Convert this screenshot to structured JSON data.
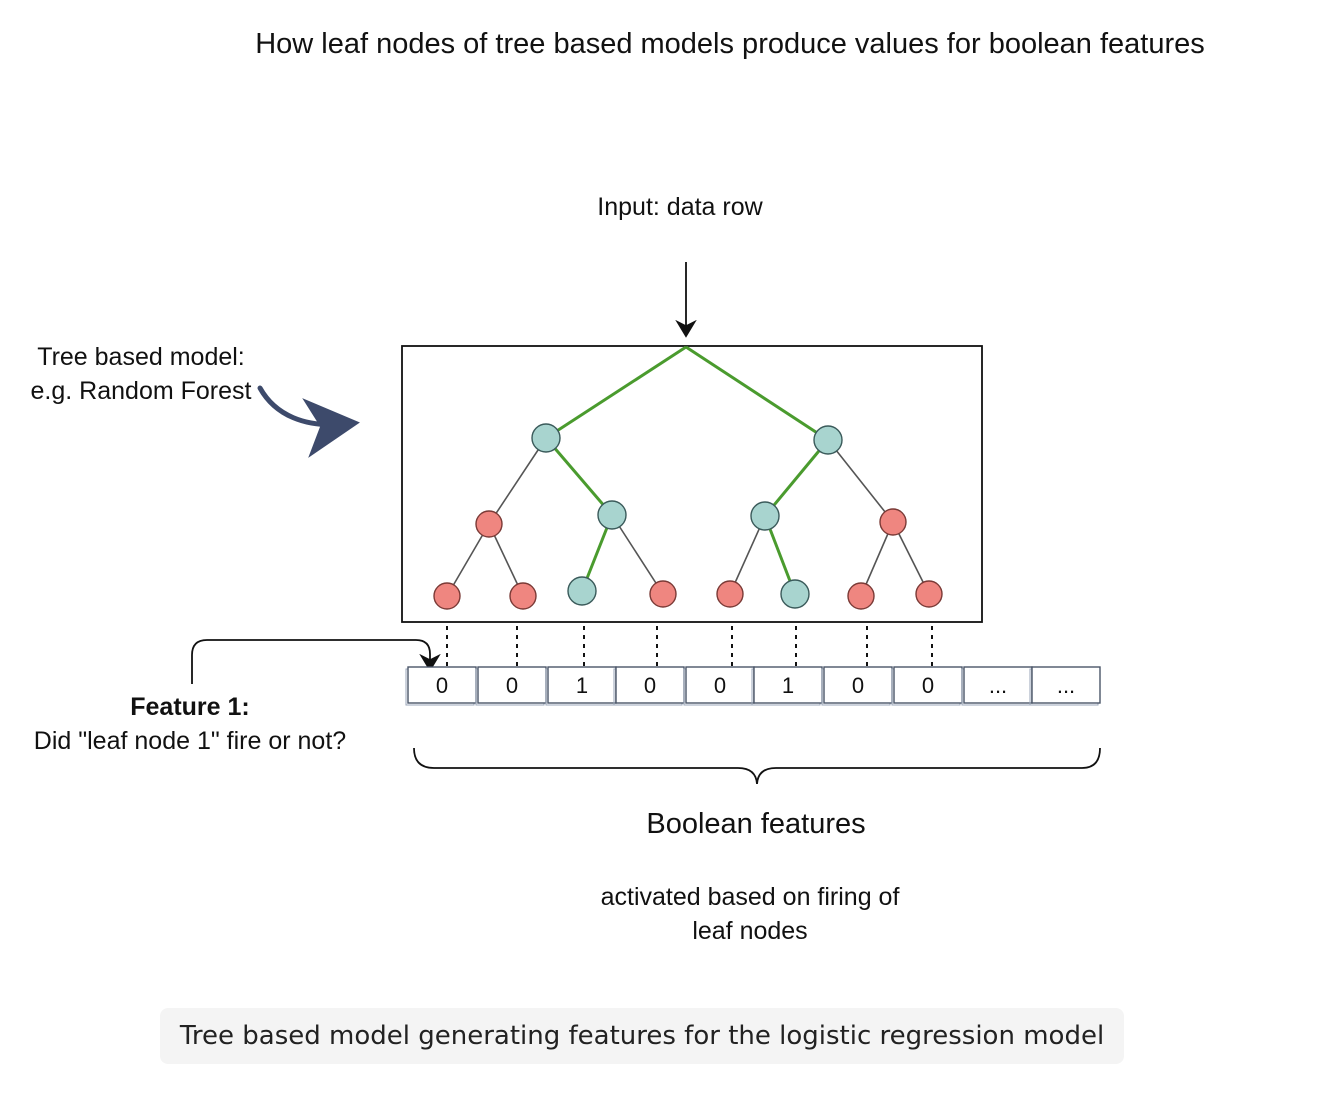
{
  "title": "How leaf nodes of tree based models produce values for boolean features",
  "input_label": "Input: data row",
  "model_label": "Tree based model: e.g. Random Forest",
  "feature_label": {
    "title": "Feature 1:",
    "text": "Did \"leaf node 1\" fire or not?"
  },
  "feature_cells": [
    "0",
    "0",
    "1",
    "0",
    "0",
    "1",
    "0",
    "0",
    "...",
    "..."
  ],
  "boolean_title": "Boolean features",
  "boolean_desc": "activated based on firing of leaf nodes",
  "caption": "Tree based model generating features for the logistic regression model",
  "colors": {
    "active_node": "#a8d4cf",
    "inactive_node": "#ef8680",
    "active_path": "#4a9b2e",
    "inactive_path": "#555555",
    "curved_arrow": "#3d4a6b"
  }
}
